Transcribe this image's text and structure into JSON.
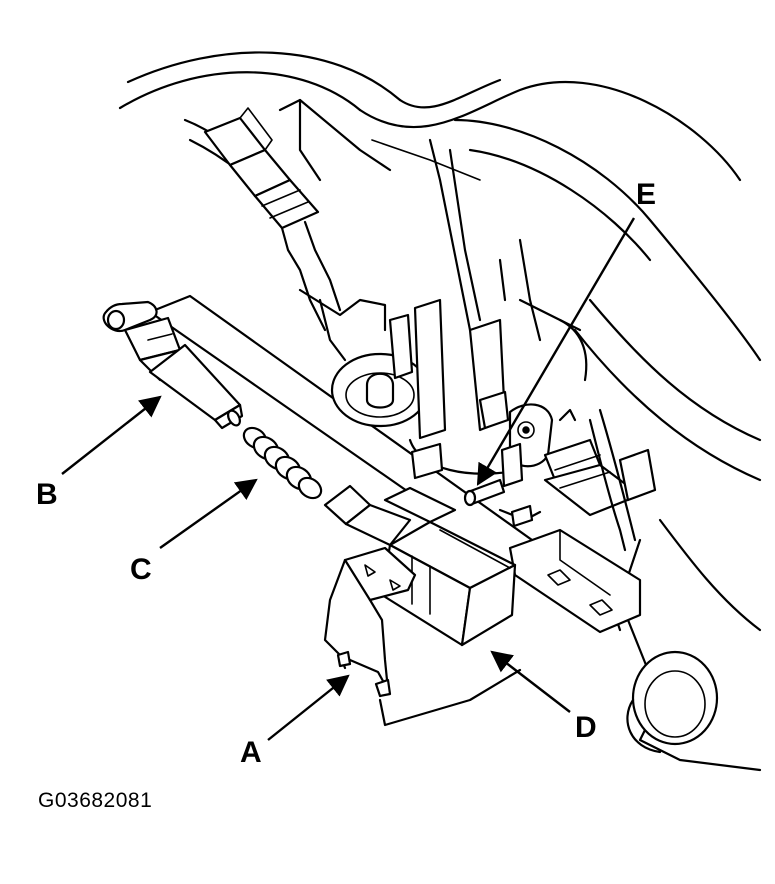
{
  "callouts": {
    "a": "A",
    "b": "B",
    "c": "C",
    "d": "D",
    "e": "E"
  },
  "figure_id": "G03682081",
  "colors": {
    "ink": "#000000",
    "paper": "#ffffff"
  }
}
